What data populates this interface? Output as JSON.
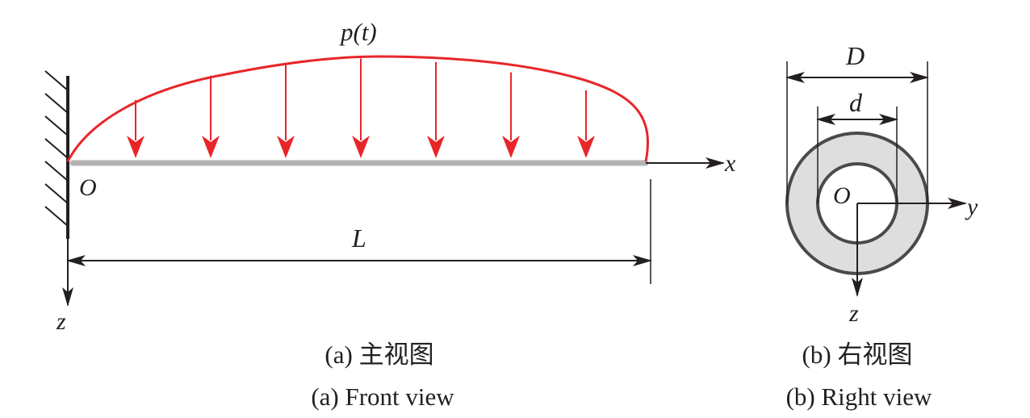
{
  "colors": {
    "load": "#e8262a",
    "ink": "#231f20",
    "beam": "#b3b3b3",
    "section_fill": "#dedede",
    "section_stroke": "#4a4a4a"
  },
  "front_view": {
    "load_label": "p(t)",
    "origin_label": "O",
    "x_axis_label": "x",
    "z_axis_label": "z",
    "length_label": "L",
    "load_arrow_count": 7,
    "caption_cn": "(a) 主视图",
    "caption_en": "(a) Front view"
  },
  "right_view": {
    "outer_diameter_label": "D",
    "inner_diameter_label": "d",
    "origin_label": "O",
    "y_axis_label": "y",
    "z_axis_label": "z",
    "caption_cn": "(b) 右视图",
    "caption_en": "(b) Right view"
  }
}
